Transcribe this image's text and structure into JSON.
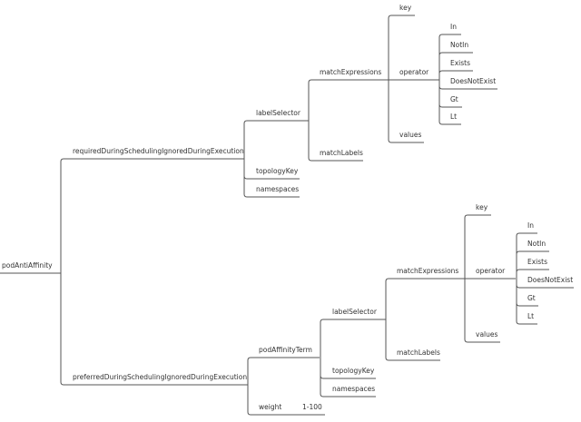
{
  "root": "podAntiAffinity",
  "required": {
    "label": "requiredDuringSchedulingIgnoredDuringExecution",
    "labelSelector": {
      "label": "labelSelector",
      "matchExpressions": {
        "label": "matchExpressions",
        "key": "key",
        "operator": "operator",
        "operators": [
          "In",
          "NotIn",
          "Exists",
          "DoesNotExist",
          "Gt",
          "Lt"
        ],
        "values": "values"
      },
      "matchLabels": "matchLabels"
    },
    "topologyKey": "topologyKey",
    "namespaces": "namespaces"
  },
  "preferred": {
    "label": "preferredDuringSchedulingIgnoredDuringExecution",
    "podAffinityTerm": {
      "label": "podAffinityTerm",
      "labelSelector": {
        "label": "labelSelector",
        "matchExpressions": {
          "label": "matchExpressions",
          "key": "key",
          "operator": "operator",
          "operators": [
            "In",
            "NotIn",
            "Exists",
            "DoesNotExist",
            "Gt",
            "Lt"
          ],
          "values": "values"
        },
        "matchLabels": "matchLabels"
      },
      "topologyKey": "topologyKey",
      "namespaces": "namespaces"
    },
    "weight": {
      "label": "weight",
      "range": "1-100"
    }
  },
  "colors": {
    "line": "#555555",
    "text": "#333333"
  }
}
